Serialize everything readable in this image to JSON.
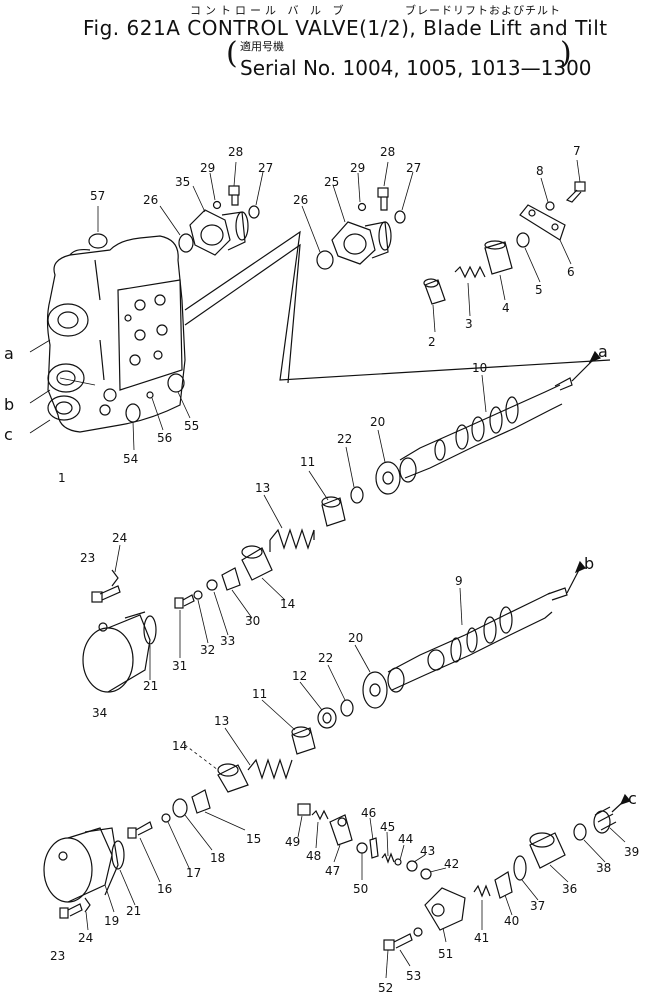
{
  "header": {
    "jp_line1": "コントロール バ ル ブ",
    "jp_line1b": "ブレードリフトおよびチルト",
    "fig_title": "Fig. 621A CONTROL VALVE(1/2), Blade Lift and Tilt",
    "jp_line2": "適用号機",
    "serial": "Serial No. 1004, 1005, 1013—1300"
  },
  "callouts": {
    "n1": "1",
    "n2": "2",
    "n3": "3",
    "n4": "4",
    "n5": "5",
    "n6": "6",
    "n7": "7",
    "n8": "8",
    "n9": "9",
    "n10": "10",
    "n11a": "11",
    "n11b": "11",
    "n12": "12",
    "n13a": "13",
    "n13b": "13",
    "n14a": "14",
    "n14b": "14",
    "n15": "15",
    "n16": "16",
    "n17": "17",
    "n18": "18",
    "n19": "19",
    "n20a": "20",
    "n20b": "20",
    "n21a": "21",
    "n21b": "21",
    "n22a": "22",
    "n22b": "22",
    "n23a": "23",
    "n23b": "23",
    "n24a": "24",
    "n24b": "24",
    "n25": "25",
    "n26a": "26",
    "n26b": "26",
    "n27a": "27",
    "n27b": "27",
    "n28a": "28",
    "n28b": "28",
    "n29a": "29",
    "n29b": "29",
    "n30": "30",
    "n31": "31",
    "n32": "32",
    "n33": "33",
    "n34": "34",
    "n35": "35",
    "n36": "36",
    "n37": "37",
    "n38": "38",
    "n39": "39",
    "n40": "40",
    "n41": "41",
    "n42": "42",
    "n43": "43",
    "n44": "44",
    "n45": "45",
    "n46": "46",
    "n47": "47",
    "n48": "48",
    "n49": "49",
    "n50": "50",
    "n51": "51",
    "n52": "52",
    "n53": "53",
    "n54": "54",
    "n55": "55",
    "n56": "56",
    "n57": "57",
    "la1": "a",
    "la2": "a",
    "lb1": "b",
    "lb2": "b",
    "lc1": "c",
    "lc2": "c"
  }
}
